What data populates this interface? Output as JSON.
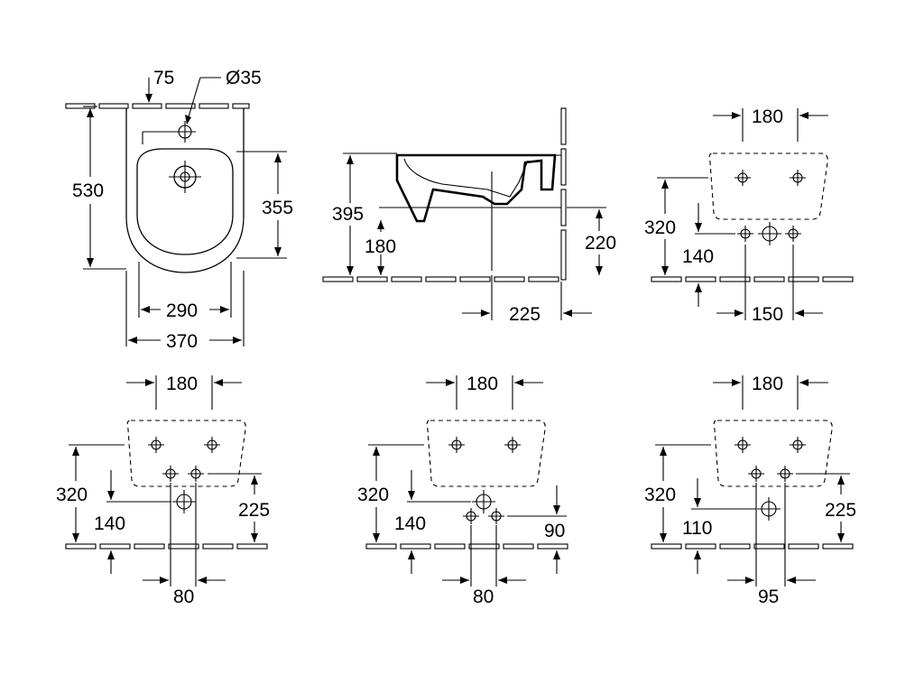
{
  "top_view": {
    "depth": "530",
    "inner_depth": "355",
    "inner_width": "290",
    "width": "370",
    "tap_offset": "75",
    "tap_hole": "Ø35"
  },
  "side_view": {
    "height": "395",
    "inlet_height": "180",
    "bolt_height": "220",
    "bolt_offset": "225"
  },
  "connection_a": {
    "bolt_spacing": "180",
    "bolt_height": "320",
    "supply_height": "140",
    "supply_spacing": "150"
  },
  "connection_b": {
    "bolt_spacing": "180",
    "bolt_height": "320",
    "supply_height": "140",
    "drain_height": "225",
    "supply_spacing": "80"
  },
  "connection_c": {
    "bolt_spacing": "180",
    "bolt_height": "320",
    "supply_height": "140",
    "drain_height": "90",
    "supply_spacing": "80"
  },
  "connection_d": {
    "bolt_spacing": "180",
    "bolt_height": "320",
    "supply_height": "110",
    "drain_height": "225",
    "supply_spacing": "95"
  }
}
